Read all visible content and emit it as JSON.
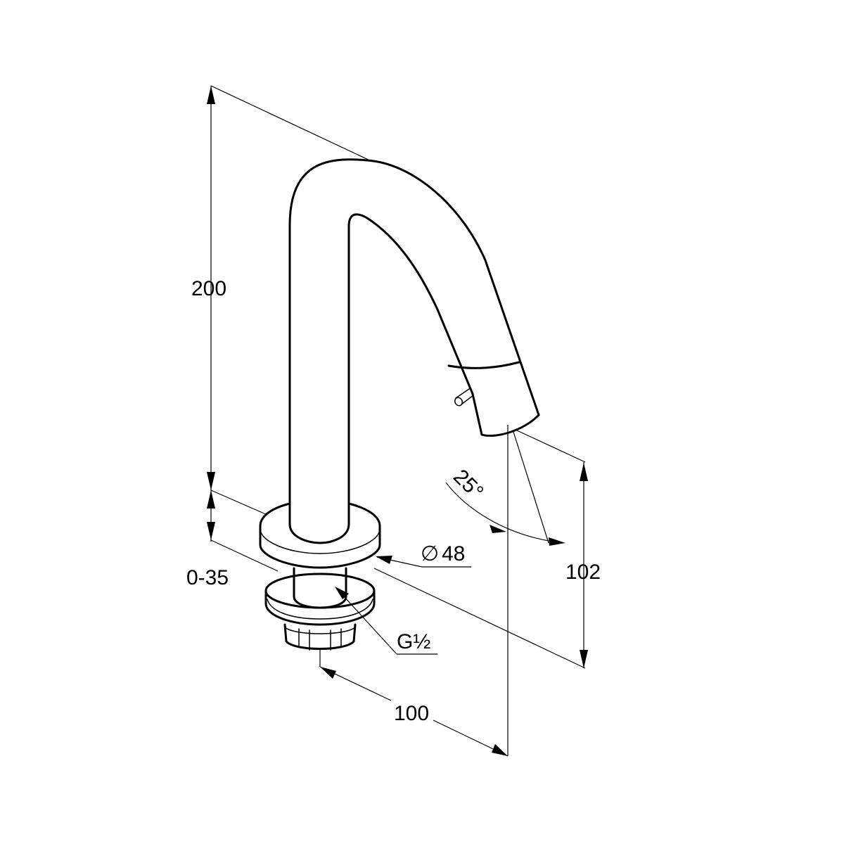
{
  "dimensions": {
    "height_total": "200",
    "deck_thickness": "0-35",
    "diameter_symbol": "∅",
    "diameter_value": "48",
    "thread": "G½",
    "angle": "25°",
    "spout_height": "102",
    "projection": "100"
  }
}
